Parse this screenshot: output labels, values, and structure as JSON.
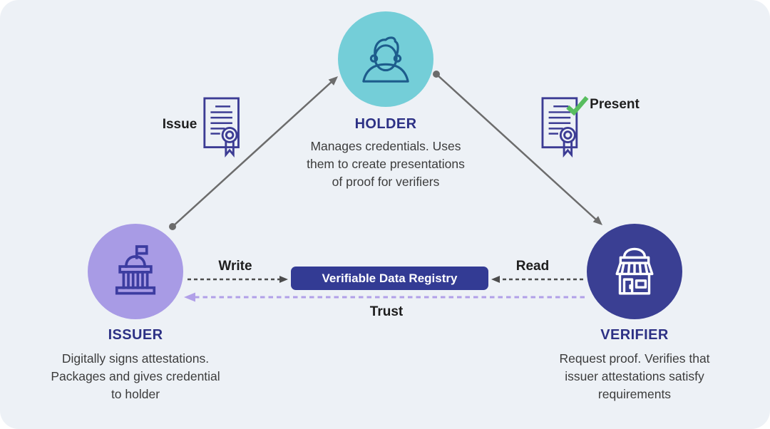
{
  "nodes": {
    "holder": {
      "label": "HOLDER",
      "description": "Manages credentials. Uses\nthem to create presentations\nof proof for verifiers",
      "circle_color": "#74ced8",
      "icon": "person-icon"
    },
    "issuer": {
      "label": "ISSUER",
      "description": "Digitally signs attestations.\nPackages and gives credential\nto holder",
      "circle_color": "#a89be5",
      "icon": "government-building-icon"
    },
    "verifier": {
      "label": "VERIFIER",
      "description": "Request proof. Verifies that\nissuer attestations satisfy\nrequirements",
      "circle_color": "#3a3f93",
      "icon": "storefront-icon"
    }
  },
  "registry": {
    "label": "Verifiable Data Registry",
    "bg_color": "#333b94",
    "text_color": "#ffffff"
  },
  "edges": {
    "issue": {
      "label": "Issue",
      "from": "issuer",
      "to": "holder",
      "style": "solid-gray-arrow",
      "icon": "certificate-icon"
    },
    "present": {
      "label": "Present",
      "from": "holder",
      "to": "verifier",
      "style": "solid-gray-arrow",
      "icon": "certificate-check-icon"
    },
    "write": {
      "label": "Write",
      "from": "issuer",
      "to": "registry",
      "style": "dashed-dark-arrow"
    },
    "read": {
      "label": "Read",
      "from": "verifier",
      "to": "registry",
      "style": "dashed-dark-arrow"
    },
    "trust": {
      "label": "Trust",
      "from": "verifier",
      "to": "issuer",
      "style": "dashed-purple-arrow"
    }
  },
  "colors": {
    "page_bg": "#ffffff",
    "card_bg": "#edf1f6",
    "node_label_text": "#2d3185",
    "body_text": "#3c3c3c",
    "edge_label_text": "#1e1e1e",
    "solid_arrow": "#6c6c6c",
    "dashed_arrow": "#4c4c4c",
    "trust_arrow": "#b1a0e8",
    "holder_icon_stroke": "#1d5c8c",
    "issuer_icon_stroke": "#3c3ca0",
    "verifier_icon_stroke": "#ffffff",
    "certificate_stroke": "#3c3c94",
    "check_green": "#58bd5f"
  }
}
